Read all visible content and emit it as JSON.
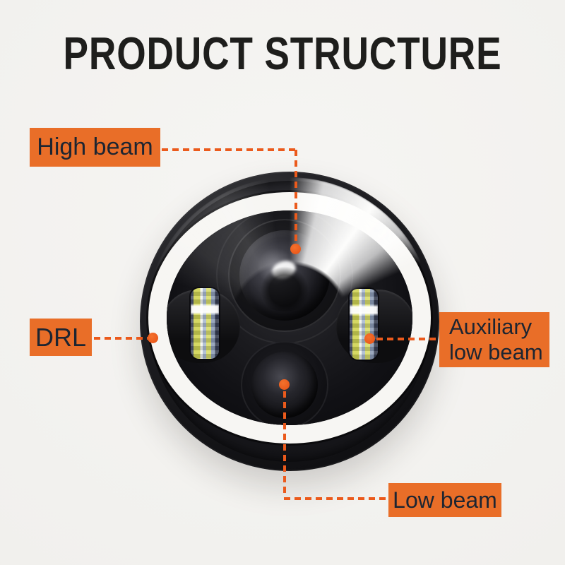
{
  "title": "PRODUCT STRUCTURE",
  "colors": {
    "accent": "#e96e28",
    "line": "#eb5a1c",
    "label_text": "#1d2531",
    "title_text": "#1e1e1c",
    "background": "#f1f0ed",
    "halo": "#f7f6f3"
  },
  "callouts": {
    "high_beam": {
      "label": "High beam"
    },
    "drl": {
      "label": "DRL"
    },
    "auxiliary_low_beam": {
      "label": "Auxiliary low beam",
      "line1": "Auxiliary",
      "line2": "low beam"
    },
    "low_beam": {
      "label": "Low beam"
    }
  }
}
